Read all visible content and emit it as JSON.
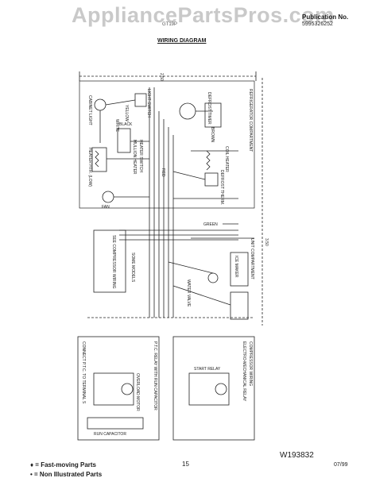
{
  "header": {
    "watermark": "AppliancePartsPros.com",
    "model": "GT19P",
    "publication_label": "Publication No.",
    "publication_number": "5995326252",
    "title": "WIRING DIAGRAM"
  },
  "dimension_labels": {
    "top": "2.50",
    "right": "3.50"
  },
  "labels": {
    "light_switch": "LIGHT SWITCH",
    "cabinet_light": "CABINET LIGHT",
    "white": "WHITE",
    "yellow": "YELLOW",
    "black": "BLACK",
    "red": "RED",
    "green": "GREEN",
    "brown": "BROWN",
    "heater_htr": "HEATER HTR. (LOW)",
    "mullion_heater": "MULLION HEATER",
    "heater_switch": "HEATER SWITCH",
    "coil_heater": "COIL HEATER",
    "defrost_timer": "DEFROST TIMER",
    "defrost_therm": "DEFROST THERM.",
    "fan": "FAN",
    "refrigerator_compartment": "REFRIGERATOR COMPARTMENT",
    "see_compressor_wiring": "SEE COMPRESSOR WIRING",
    "unit_compartment": "UNIT COMPARTMENT",
    "water_valve": "WATER VALVE",
    "ice_maker": "ICE MAKER",
    "some_models": "SOME MODELS",
    "compressor_wiring": "COMPRESSOR WIRING",
    "electro_mechanical_relay": "ELECTRO-MECHANICAL RELAY",
    "ptc_relay": "P.T.C. RELAY WITH RUN CAPACITOR",
    "overload_motor": "OVERLOAD MOTOR",
    "start_relay": "START RELAY",
    "run_capacitor": "RUN CAPACITOR",
    "ptc_note": "CONNECT P.T.C. TO TERMINAL S"
  },
  "footer": {
    "fast_moving": "♦ = Fast-moving Parts",
    "non_illustrated": "• = Non Illustrated Parts",
    "page": "15",
    "drawing_number": "W193832",
    "date": "07/99"
  }
}
